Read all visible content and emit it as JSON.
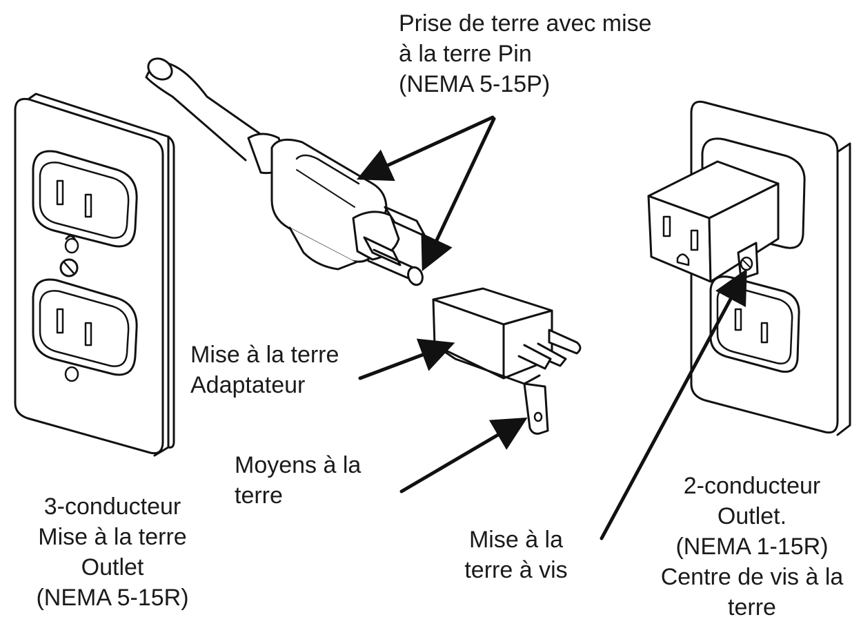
{
  "labels": {
    "grounding_plug": {
      "line1": "Prise de terre avec mise",
      "line2": "à la terre Pin",
      "line3": "(NEMA 5-15P)"
    },
    "grounding_adapter": {
      "line1": "Mise à la terre",
      "line2": "Adaptateur"
    },
    "grounding_means": {
      "line1": "Moyens à la",
      "line2": "terre"
    },
    "ground_screw": {
      "line1": "Mise à la",
      "line2": "terre à vis"
    },
    "three_wire_outlet": {
      "line1": "3-conducteur",
      "line2": "Mise à la terre",
      "line3": "Outlet",
      "line4": "(NEMA 5-15R)"
    },
    "two_wire_outlet": {
      "line1": "2-conducteur",
      "line2": "Outlet.",
      "line3": "(NEMA 1-15R)",
      "line4": "Centre de vis à la",
      "line5": "terre"
    }
  },
  "colors": {
    "line": "#111111",
    "fill": "#ffffff",
    "text": "#1a1a1a"
  }
}
